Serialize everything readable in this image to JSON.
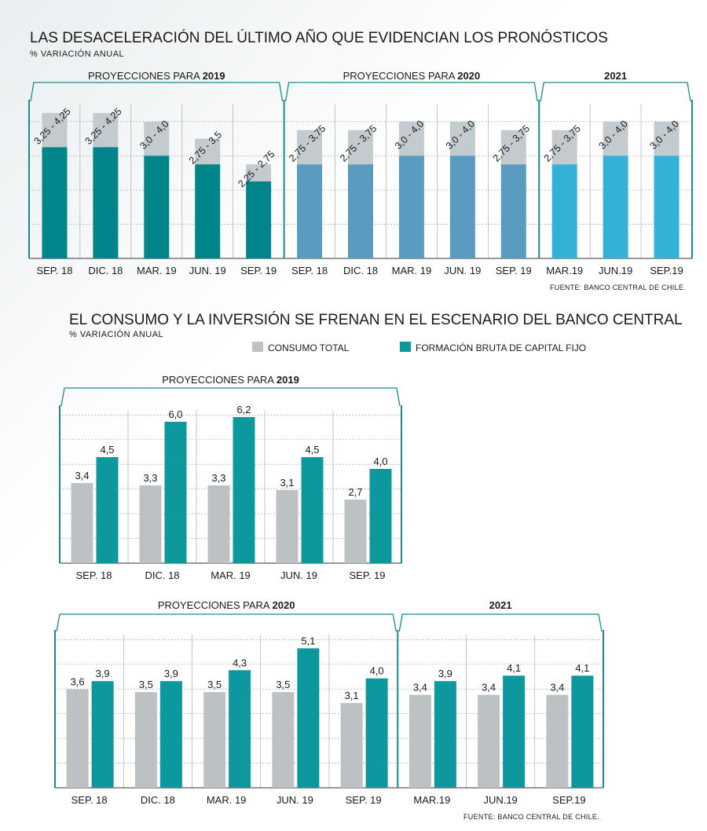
{
  "colors": {
    "forecast_2019": "#00868a",
    "forecast_2020": "#5a9cc0",
    "forecast_2021": "#34b1d9",
    "range_upper": "#c3cbcf",
    "consumo": "#bcc2c4",
    "fbcf": "#0c989d",
    "frame": "#1b8a8e",
    "grid": "#9aa0a3"
  },
  "charts": {
    "top": {
      "title": "LAS DESACELERACIÓN DEL ÚLTIMO AÑO QUE EVIDENCIAN LOS PRONÓSTICOS",
      "subtitle": "% VARIACIÓN ANUAL",
      "source": "FUENTE: BANCO CENTRAL DE CHILE.",
      "groups": [
        {
          "prefix": "PROYECCIONES PARA ",
          "year": "2019"
        },
        {
          "prefix": "PROYECCIONES PARA ",
          "year": "2020"
        },
        {
          "prefix": "",
          "year": "2021"
        }
      ]
    },
    "middle": {
      "title": "EL CONSUMO Y LA INVERSIÓN SE FRENAN EN EL ESCENARIO DEL BANCO CENTRAL",
      "subtitle": "% VARIACIÓN ANUAL",
      "legend": [
        "CONSUMO TOTAL",
        "FORMACIÓN BRUTA DE CAPITAL FIJO"
      ],
      "group": {
        "prefix": "PROYECCIONES PARA ",
        "year": "2019"
      }
    },
    "bottom": {
      "groups": [
        {
          "prefix": "PROYECCIONES PARA ",
          "year": "2020"
        },
        {
          "prefix": "",
          "year": "2021"
        }
      ],
      "source": "FUENTE: BANCO CENTRAL DE CHILE."
    }
  },
  "chart_data": [
    {
      "type": "bar",
      "chart": "range",
      "categories": [
        "SEP. 18",
        "DIC. 18",
        "MAR. 19",
        "JUN. 19",
        "SEP. 19",
        "SEP. 18",
        "DIC. 18",
        "MAR. 19",
        "JUN. 19",
        "SEP. 19",
        "MAR.19",
        "JUN.19",
        "SEP.19"
      ],
      "groups": [
        "2019",
        "2019",
        "2019",
        "2019",
        "2019",
        "2020",
        "2020",
        "2020",
        "2020",
        "2020",
        "2021",
        "2021",
        "2021"
      ],
      "low": [
        3.25,
        3.25,
        3.0,
        2.75,
        2.25,
        2.75,
        2.75,
        3.0,
        3.0,
        2.75,
        2.75,
        3.0,
        3.0
      ],
      "high": [
        4.25,
        4.25,
        4.0,
        3.5,
        2.75,
        3.75,
        3.75,
        4.0,
        4.0,
        3.75,
        3.75,
        4.0,
        4.0
      ],
      "labels": [
        "3,25 - 4,25",
        "3,25 - 4,25",
        "3,0 - 4,0",
        "2,75 - 3,5",
        "2,25 - 2,75",
        "2,75 - 3,75",
        "2,75 - 3,75",
        "3,0 - 4,0",
        "3,0 - 4,0",
        "2,75 - 3,75",
        "2,75 - 3,75",
        "3,0 - 4,0",
        "3,0 - 4,0"
      ],
      "ylim": [
        0,
        4.5
      ],
      "grid": true
    },
    {
      "type": "bar",
      "categories": [
        "SEP. 18",
        "DIC. 18",
        "MAR. 19",
        "JUN. 19",
        "SEP. 19"
      ],
      "series": [
        {
          "name": "CONSUMO TOTAL",
          "values": [
            3.4,
            3.3,
            3.3,
            3.1,
            2.7
          ],
          "labels": [
            "3,4",
            "3,3",
            "3,3",
            "3,1",
            "2,7"
          ]
        },
        {
          "name": "FORMACIÓN BRUTA DE CAPITAL FIJO",
          "values": [
            4.5,
            6.0,
            6.2,
            4.5,
            4.0
          ],
          "labels": [
            "4,5",
            "6,0",
            "6,2",
            "4,5",
            "4,0"
          ]
        }
      ],
      "ylim": [
        0,
        6.5
      ],
      "grid": true
    },
    {
      "type": "bar",
      "categories": [
        "SEP. 18",
        "DIC. 18",
        "MAR. 19",
        "JUN. 19",
        "SEP. 19",
        "MAR.19",
        "JUN.19",
        "SEP.19"
      ],
      "groups": [
        "2020",
        "2020",
        "2020",
        "2020",
        "2020",
        "2021",
        "2021",
        "2021"
      ],
      "series": [
        {
          "name": "CONSUMO TOTAL",
          "values": [
            3.6,
            3.5,
            3.5,
            3.5,
            3.1,
            3.4,
            3.4,
            3.4
          ],
          "labels": [
            "3,6",
            "3,5",
            "3,5",
            "3,5",
            "3,1",
            "3,4",
            "3,4",
            "3,4"
          ]
        },
        {
          "name": "FORMACIÓN BRUTA DE CAPITAL FIJO",
          "values": [
            3.9,
            3.9,
            4.3,
            5.1,
            4.0,
            3.9,
            4.1,
            4.1
          ],
          "labels": [
            "3,9",
            "3,9",
            "4,3",
            "5,1",
            "4,0",
            "3,9",
            "4,1",
            "4,1"
          ]
        }
      ],
      "ylim": [
        0,
        5.6
      ],
      "grid": true
    }
  ]
}
